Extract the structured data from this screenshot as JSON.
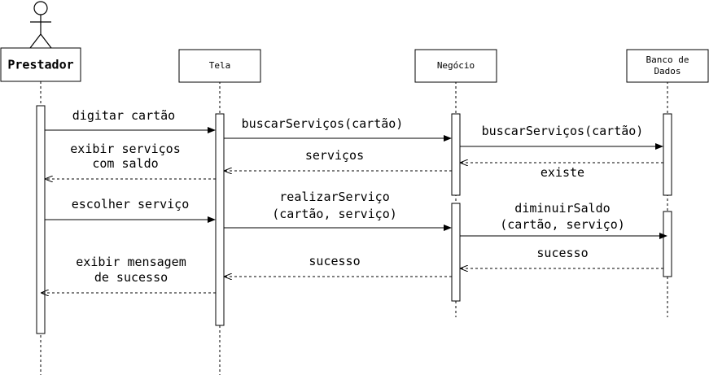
{
  "participants": {
    "prestador": "Prestador",
    "tela": "Tela",
    "negocio": "Negócio",
    "banco_line1": "Banco de",
    "banco_line2": "Dados"
  },
  "messages": {
    "m1": "digitar cartão",
    "m2": "buscarServiços(cartão)",
    "m3": "buscarServiços(cartão)",
    "m4": "existe",
    "m5": "serviços",
    "m6_line1": "exibir serviços",
    "m6_line2": "com saldo",
    "m7": "escolher serviço",
    "m8_line1": "realizarServiço",
    "m8_line2": "(cartão, serviço)",
    "m9_line1": "diminuirSaldo",
    "m9_line2": "(cartão, serviço)",
    "m10": "sucesso",
    "m11": "sucesso",
    "m12_line1": "exibir mensagem",
    "m12_line2": "de sucesso"
  }
}
